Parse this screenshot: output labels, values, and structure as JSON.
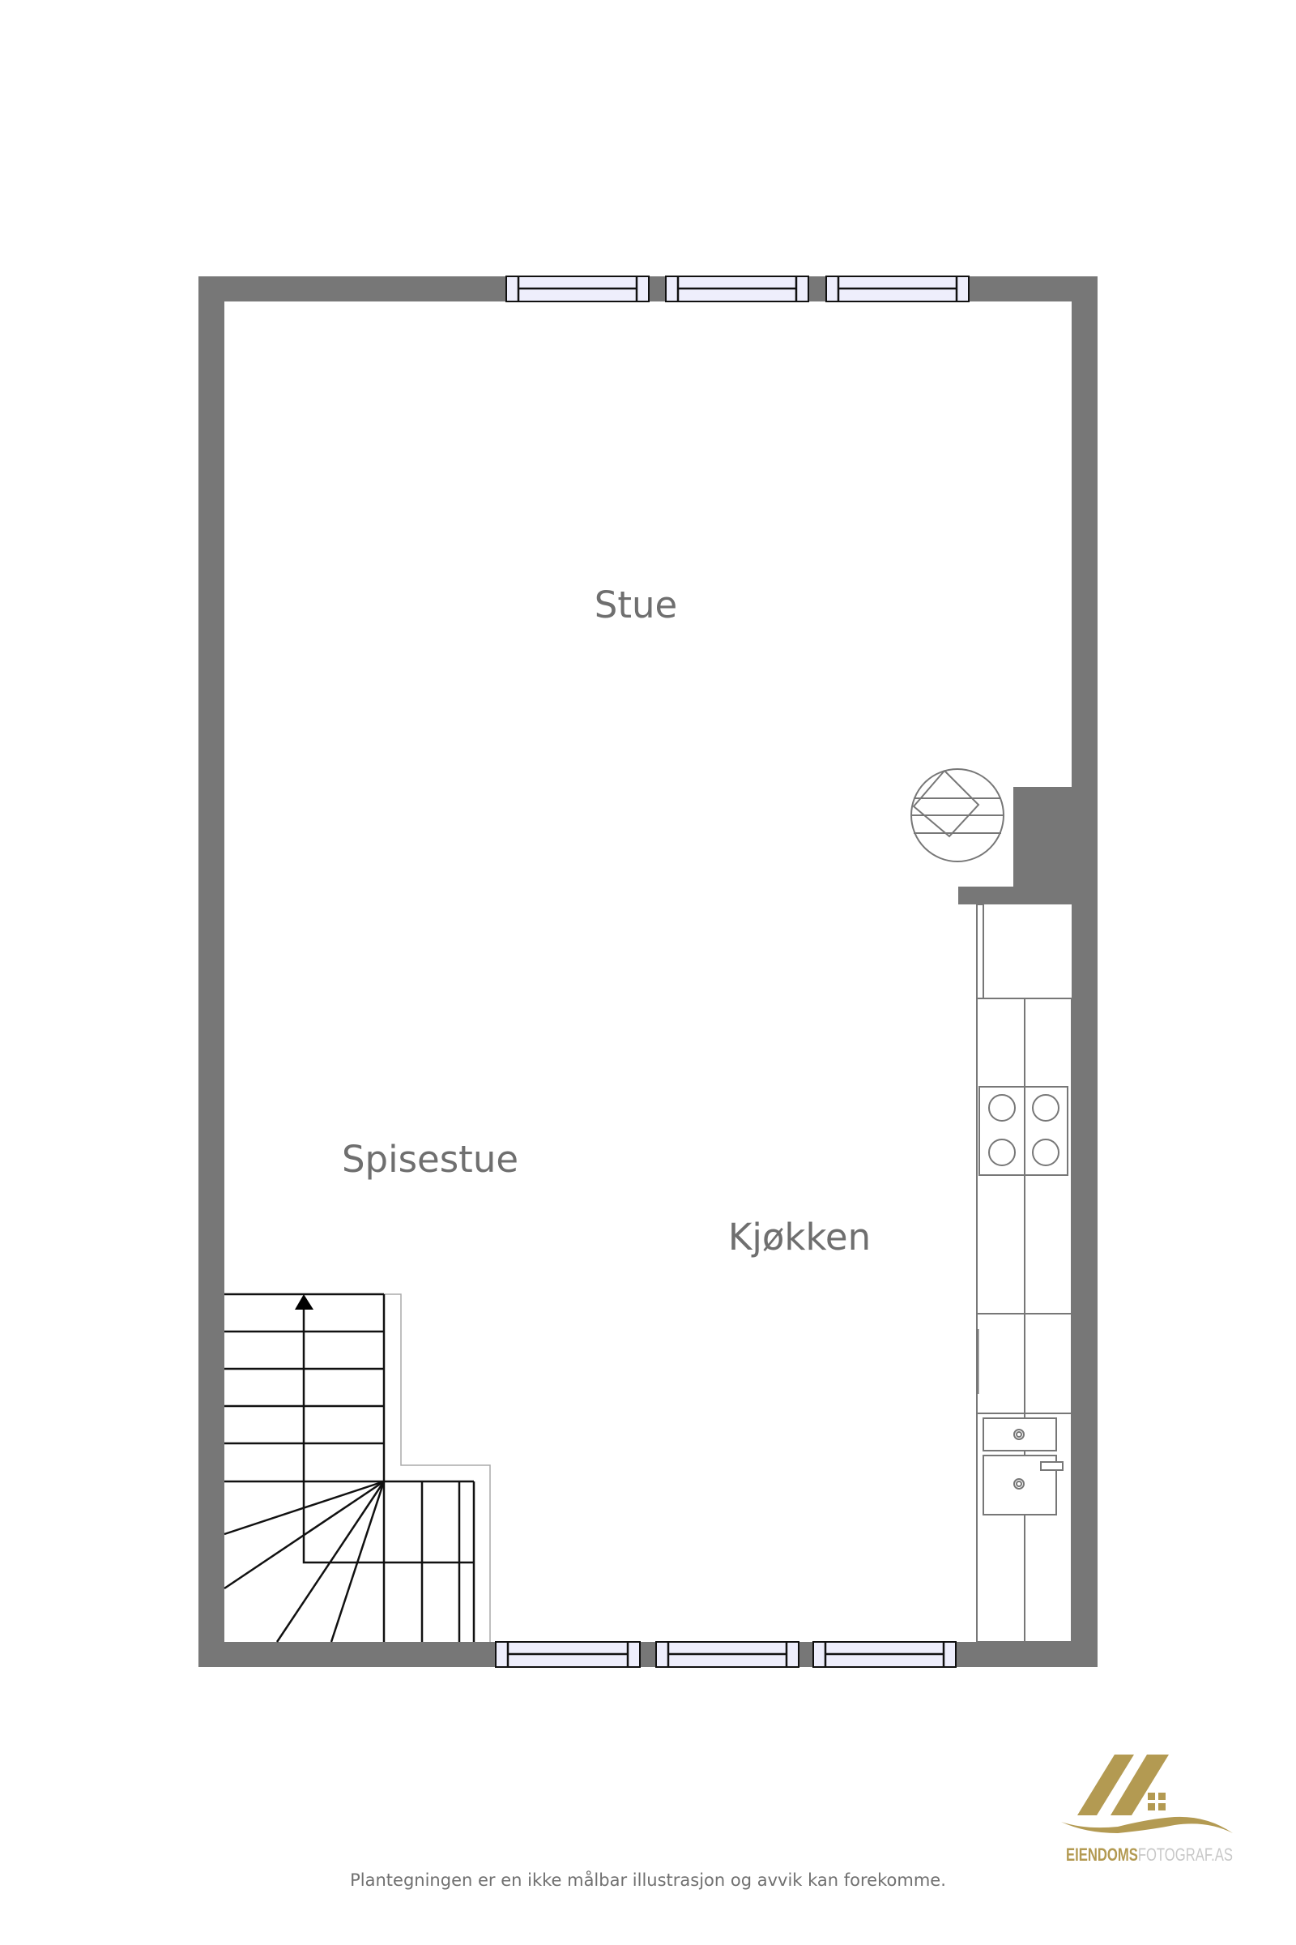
{
  "rooms": {
    "stue": "Stue",
    "spisestue": "Spisestue",
    "kjokken": "Kjøkken"
  },
  "footer": {
    "disclaimer": "Plantegningen er en ikke målbar illustrasjon og avvik kan forekomme."
  },
  "logo": {
    "text_part1": "EIENDOMS",
    "text_part2": "FOTOGRAF.AS",
    "icon": "house-roof-logo"
  },
  "colors": {
    "wall": "#777777",
    "window": "#eeeefc",
    "logo_gold": "#b39a52",
    "logo_gray": "#c8c8c8"
  }
}
